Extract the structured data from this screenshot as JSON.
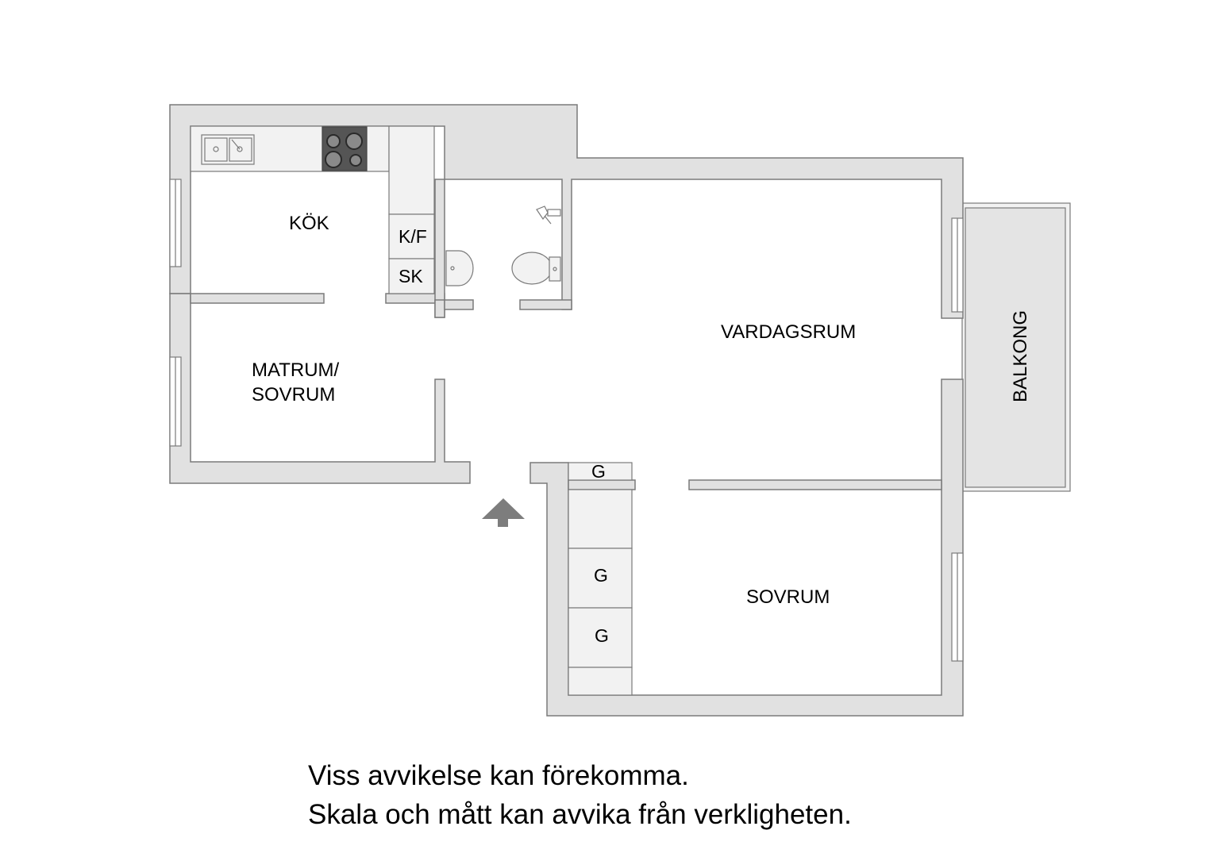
{
  "rooms": {
    "kitchen": "KÖK",
    "dining_line1": "MATRUM/",
    "dining_line2": "SOVRUM",
    "living": "VARDAGSRUM",
    "bedroom": "SOVRUM",
    "balcony": "BALKONG",
    "fridge_freezer": "K/F",
    "cabinet": "SK",
    "wardrobe_1": "G",
    "wardrobe_2": "G",
    "wardrobe_3": "G"
  },
  "disclaimer": {
    "line1": "Viss avvikelse kan förekomma.",
    "line2": "Skala och mått kan avvika från verkligheten."
  },
  "colors": {
    "wall": "#e1e1e1",
    "outline": "#7a7a7a",
    "stove": "#555555",
    "entrance_arrow": "#7d7d7d"
  }
}
